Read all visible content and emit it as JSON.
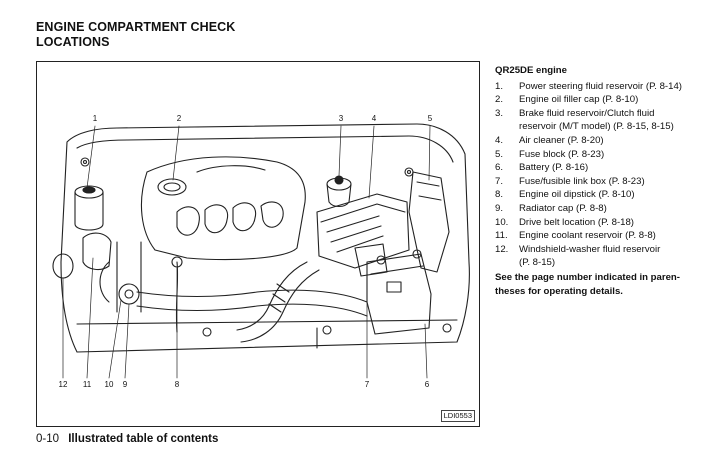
{
  "page_title": {
    "line1": "ENGINE COMPARTMENT CHECK",
    "line2": "LOCATIONS"
  },
  "figure": {
    "code": "LDI0553",
    "top_callouts": [
      "1",
      "2",
      "3",
      "4",
      "5"
    ],
    "bottom_callouts": [
      "12",
      "11",
      "10",
      "9",
      "8",
      "7",
      "6"
    ]
  },
  "legend": {
    "heading": "QR25DE engine",
    "items": [
      {
        "num": "1.",
        "text": "Power steering fluid reservoir (P. 8-14)"
      },
      {
        "num": "2.",
        "text": "Engine oil filler cap (P. 8-10)"
      },
      {
        "num": "3.",
        "text": "Brake fluid reservoir/Clutch fluid"
      },
      {
        "num": "",
        "text": "reservoir (M/T model) (P. 8-15, 8-15)"
      },
      {
        "num": "4.",
        "text": "Air cleaner (P. 8-20)"
      },
      {
        "num": "5.",
        "text": "Fuse block (P. 8-23)"
      },
      {
        "num": "6.",
        "text": "Battery (P. 8-16)"
      },
      {
        "num": "7.",
        "text": "Fuse/fusible link box (P. 8-23)"
      },
      {
        "num": "8.",
        "text": "Engine oil dipstick (P. 8-10)"
      },
      {
        "num": "9.",
        "text": "Radiator cap (P. 8-8)"
      },
      {
        "num": "10.",
        "text": "Drive belt location (P. 8-18)"
      },
      {
        "num": "11.",
        "text": "Engine coolant reservoir (P. 8-8)"
      },
      {
        "num": "12.",
        "text": "Windshield-washer fluid reservoir"
      },
      {
        "num": "",
        "text": "(P. 8-15)"
      }
    ],
    "note_line1": "See the page number indicated in paren-",
    "note_line2": "theses for operating details."
  },
  "footer": {
    "page_number": "0-10",
    "section": "Illustrated table of contents"
  }
}
